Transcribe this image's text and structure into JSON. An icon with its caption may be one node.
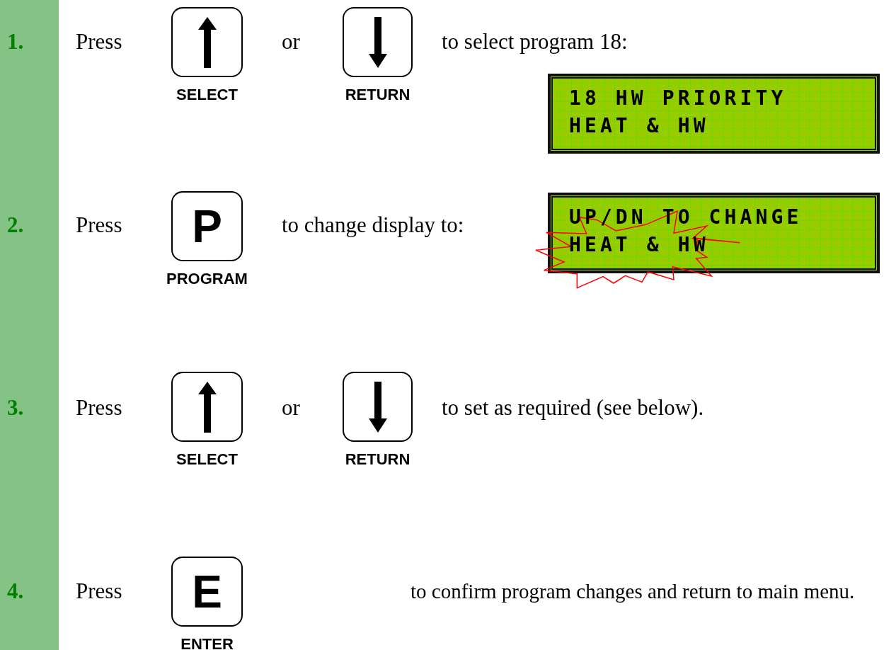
{
  "diagram": {
    "nodes": [
      {
        "text": [],
        "shape": "box",
        "beside": [
          "SELECT"
        ]
      },
      {
        "text": [],
        "shape": "box",
        "beside": [
          "RETURN"
        ]
      },
      {
        "text": [
          "18 HW PRIORITY",
          "HEAT & HW"
        ]
      },
      {
        "text": [
          "P"
        ],
        "beside": [
          "PROGRAM"
        ]
      },
      {
        "text": [
          "UP/DN TO CHANGE",
          "HEAT & HW"
        ]
      },
      {
        "text": [],
        "shape": "box",
        "beside": [
          "SELECT"
        ]
      },
      {
        "text": [],
        "shape": "box",
        "beside": [
          "RETURN"
        ]
      },
      {
        "text": [
          "E"
        ],
        "beside": [
          "ENTER"
        ]
      }
    ],
    "edges": [],
    "labels": [
      "1.",
      "Press",
      "or",
      "to select program 18:",
      "2.",
      "Press",
      "to change display to:",
      "3.",
      "Press",
      "or",
      "to set as required (see below).",
      "4.",
      "Press",
      "to confirm program changes and return to main menu."
    ]
  }
}
